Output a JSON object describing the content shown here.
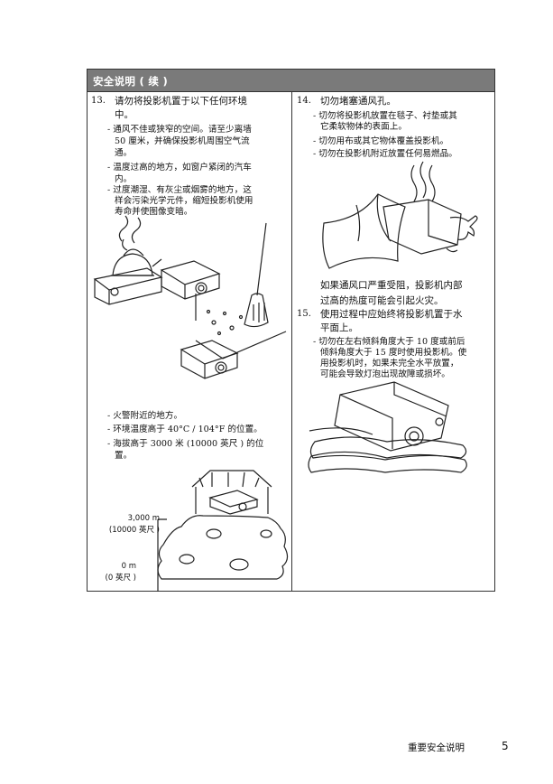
{
  "header": {
    "title": "安全说明 ( 续 )"
  },
  "left": {
    "item13": {
      "number": "13.",
      "title_line1": "请勿将投影机置于以下任何环境",
      "title_line2": "中。",
      "bullets_a": [
        [
          "- 通风不佳或狭窄的空间。请至少离墙",
          "50 厘米，并确保投影机周围空气流",
          "通。"
        ],
        [
          "- 温度过高的地方，如窗户紧闭的汽车",
          "内。"
        ],
        [
          "- 过度潮湿、有灰尘或烟雾的地方，这",
          "样会污染光学元件，缩短投影机使用",
          "寿命并使图像变暗。"
        ]
      ],
      "bullets_b": [
        [
          "- 火警附近的地方。"
        ],
        [
          "- 环境温度高于 40°C / 104°F 的位置。"
        ],
        [
          "- 海拔高于 3000 米 (10000 英尺 ) 的位",
          "置。"
        ]
      ],
      "altitude_high": "3,000 m",
      "altitude_high_ft": "(10000 英尺 )",
      "altitude_low": "0 m",
      "altitude_low_ft": "(0 英尺 )"
    }
  },
  "right": {
    "item14": {
      "number": "14.",
      "title": "切勿堵塞通风孔。",
      "bullets": [
        [
          "- 切勿将投影机放置在毯子、衬垫或其",
          "它柔软物体的表面上。"
        ],
        [
          "- 切勿用布或其它物体覆盖投影机。"
        ],
        [
          "- 切勿在投影机附近放置任何易燃品。"
        ]
      ],
      "note_line1": "如果通风口严重受阻，投影机内部",
      "note_line2": "过高的热度可能会引起火灾。"
    },
    "item15": {
      "number": "15.",
      "title_line1": "使用过程中应始终将投影机置于水",
      "title_line2": "平面上。",
      "bullets": [
        [
          "- 切勿在左右倾斜角度大于 10 度或前后",
          "倾斜角度大于 15 度时使用投影机。使",
          "用投影机时，如果未完全水平放置，",
          "可能会导致灯泡出现故障或损坏。"
        ]
      ]
    }
  },
  "footer": {
    "title": "重要安全说明",
    "page": "5"
  }
}
